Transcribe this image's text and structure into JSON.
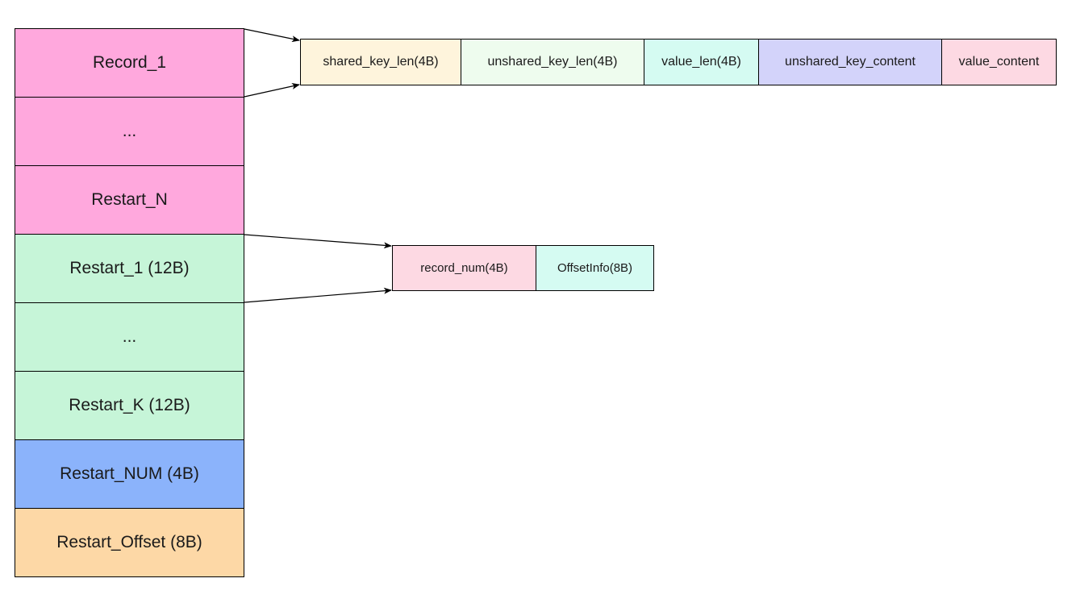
{
  "block_stack": [
    {
      "label": "Record_1",
      "color": "#ffa8dd"
    },
    {
      "label": "...",
      "color": "#ffa8dd"
    },
    {
      "label": "Restart_N",
      "color": "#ffa8dd"
    },
    {
      "label": "Restart_1 (12B)",
      "color": "#c6f5d8"
    },
    {
      "label": "...",
      "color": "#c6f5d8"
    },
    {
      "label": "Restart_K (12B)",
      "color": "#c6f5d8"
    },
    {
      "label": "Restart_NUM (4B)",
      "color": "#8bb3fb"
    },
    {
      "label": "Restart_Offset (8B)",
      "color": "#fdd8a6"
    }
  ],
  "record_fields": [
    {
      "label": "shared_key_len(4B)",
      "color": "#fef4dc"
    },
    {
      "label": "unshared_key_len(4B)",
      "color": "#eefcee"
    },
    {
      "label": "value_len(4B)",
      "color": "#d5fbf2"
    },
    {
      "label": "unshared_key_content",
      "color": "#d3d3fa"
    },
    {
      "label": "value_content",
      "color": "#fdd9e3"
    }
  ],
  "restart_fields": [
    {
      "label": "record_num(4B)",
      "color": "#fdd9e3"
    },
    {
      "label": "OffsetInfo(8B)",
      "color": "#d5fbf2"
    }
  ]
}
